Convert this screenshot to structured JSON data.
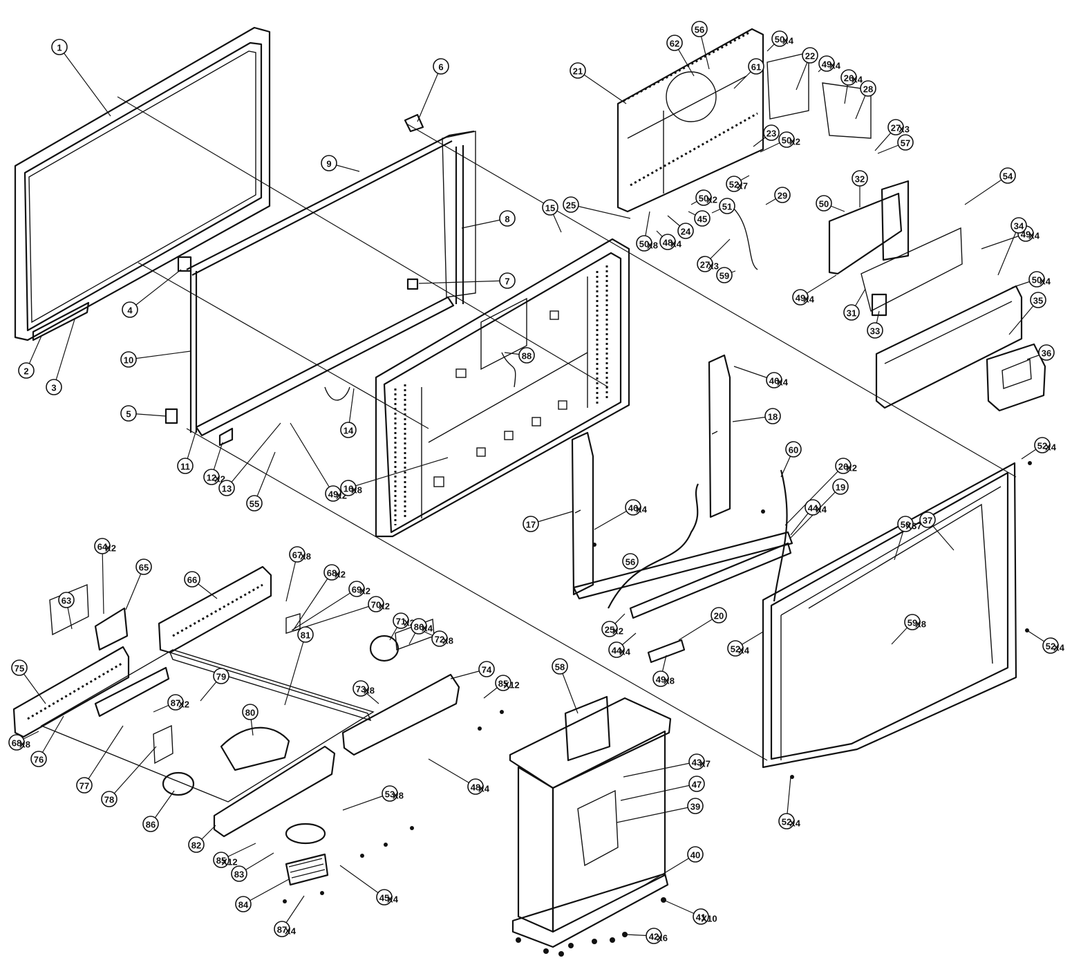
{
  "callouts": [
    {
      "n": "1"
    },
    {
      "n": "2"
    },
    {
      "n": "3"
    },
    {
      "n": "4"
    },
    {
      "n": "5"
    },
    {
      "n": "6"
    },
    {
      "n": "7"
    },
    {
      "n": "8"
    },
    {
      "n": "9"
    },
    {
      "n": "10"
    },
    {
      "n": "11"
    },
    {
      "n": "12",
      "qty": "X2"
    },
    {
      "n": "13"
    },
    {
      "n": "14"
    },
    {
      "n": "55"
    },
    {
      "n": "49",
      "qty": "X2"
    },
    {
      "n": "15"
    },
    {
      "n": "16",
      "qty": "X8"
    },
    {
      "n": "88"
    },
    {
      "n": "21"
    },
    {
      "n": "62"
    },
    {
      "n": "56"
    },
    {
      "n": "50",
      "qty": "X4"
    },
    {
      "n": "61"
    },
    {
      "n": "22"
    },
    {
      "n": "49",
      "qty": "X4"
    },
    {
      "n": "26",
      "qty": "X4"
    },
    {
      "n": "28"
    },
    {
      "n": "27",
      "qty": "X3"
    },
    {
      "n": "57"
    },
    {
      "n": "23"
    },
    {
      "n": "50",
      "qty": "X2"
    },
    {
      "n": "52",
      "qty": "X7"
    },
    {
      "n": "29"
    },
    {
      "n": "25"
    },
    {
      "n": "50",
      "qty": "X2"
    },
    {
      "n": "51"
    },
    {
      "n": "45"
    },
    {
      "n": "24"
    },
    {
      "n": "50",
      "qty": "X8"
    },
    {
      "n": "48",
      "qty": "X4"
    },
    {
      "n": "27",
      "qty": "X3"
    },
    {
      "n": "59"
    },
    {
      "n": "32"
    },
    {
      "n": "50"
    },
    {
      "n": "54"
    },
    {
      "n": "49",
      "qty": "X4"
    },
    {
      "n": "34"
    },
    {
      "n": "50",
      "qty": "X4"
    },
    {
      "n": "49",
      "qty": "X4"
    },
    {
      "n": "31"
    },
    {
      "n": "33"
    },
    {
      "n": "35"
    },
    {
      "n": "36"
    },
    {
      "n": "46",
      "qty": "X4"
    },
    {
      "n": "18"
    },
    {
      "n": "60"
    },
    {
      "n": "26",
      "qty": "X2"
    },
    {
      "n": "19"
    },
    {
      "n": "44",
      "qty": "X4"
    },
    {
      "n": "17"
    },
    {
      "n": "46",
      "qty": "X4"
    },
    {
      "n": "56"
    },
    {
      "n": "25",
      "qty": "X2"
    },
    {
      "n": "44",
      "qty": "X4"
    },
    {
      "n": "20"
    },
    {
      "n": "49",
      "qty": "X8"
    },
    {
      "n": "52",
      "qty": "X4"
    },
    {
      "n": "50",
      "qty": "X37"
    },
    {
      "n": "37"
    },
    {
      "n": "59",
      "qty": "X8"
    },
    {
      "n": "52",
      "qty": "X4"
    },
    {
      "n": "52",
      "qty": "X4"
    },
    {
      "n": "52",
      "qty": "X4"
    },
    {
      "n": "63"
    },
    {
      "n": "64",
      "qty": "X2"
    },
    {
      "n": "65"
    },
    {
      "n": "66"
    },
    {
      "n": "67",
      "qty": "X8"
    },
    {
      "n": "68",
      "qty": "X2"
    },
    {
      "n": "69",
      "qty": "X2"
    },
    {
      "n": "70",
      "qty": "X2"
    },
    {
      "n": "71",
      "qty": "X2"
    },
    {
      "n": "86",
      "qty": "X4"
    },
    {
      "n": "72",
      "qty": "X8"
    },
    {
      "n": "74"
    },
    {
      "n": "85",
      "qty": "X12"
    },
    {
      "n": "73",
      "qty": "X8"
    },
    {
      "n": "48",
      "qty": "X4"
    },
    {
      "n": "75"
    },
    {
      "n": "68",
      "qty": "X8"
    },
    {
      "n": "76"
    },
    {
      "n": "87",
      "qty": "X2"
    },
    {
      "n": "79"
    },
    {
      "n": "80"
    },
    {
      "n": "81"
    },
    {
      "n": "77"
    },
    {
      "n": "78"
    },
    {
      "n": "86"
    },
    {
      "n": "82"
    },
    {
      "n": "53",
      "qty": "X8"
    },
    {
      "n": "85",
      "qty": "X12"
    },
    {
      "n": "83"
    },
    {
      "n": "84"
    },
    {
      "n": "45",
      "qty": "X4"
    },
    {
      "n": "87",
      "qty": "X4"
    },
    {
      "n": "58"
    },
    {
      "n": "43",
      "qty": "X7"
    },
    {
      "n": "47"
    },
    {
      "n": "39"
    },
    {
      "n": "40"
    },
    {
      "n": "41",
      "qty": "X10"
    },
    {
      "n": "42",
      "qty": "X6"
    }
  ]
}
